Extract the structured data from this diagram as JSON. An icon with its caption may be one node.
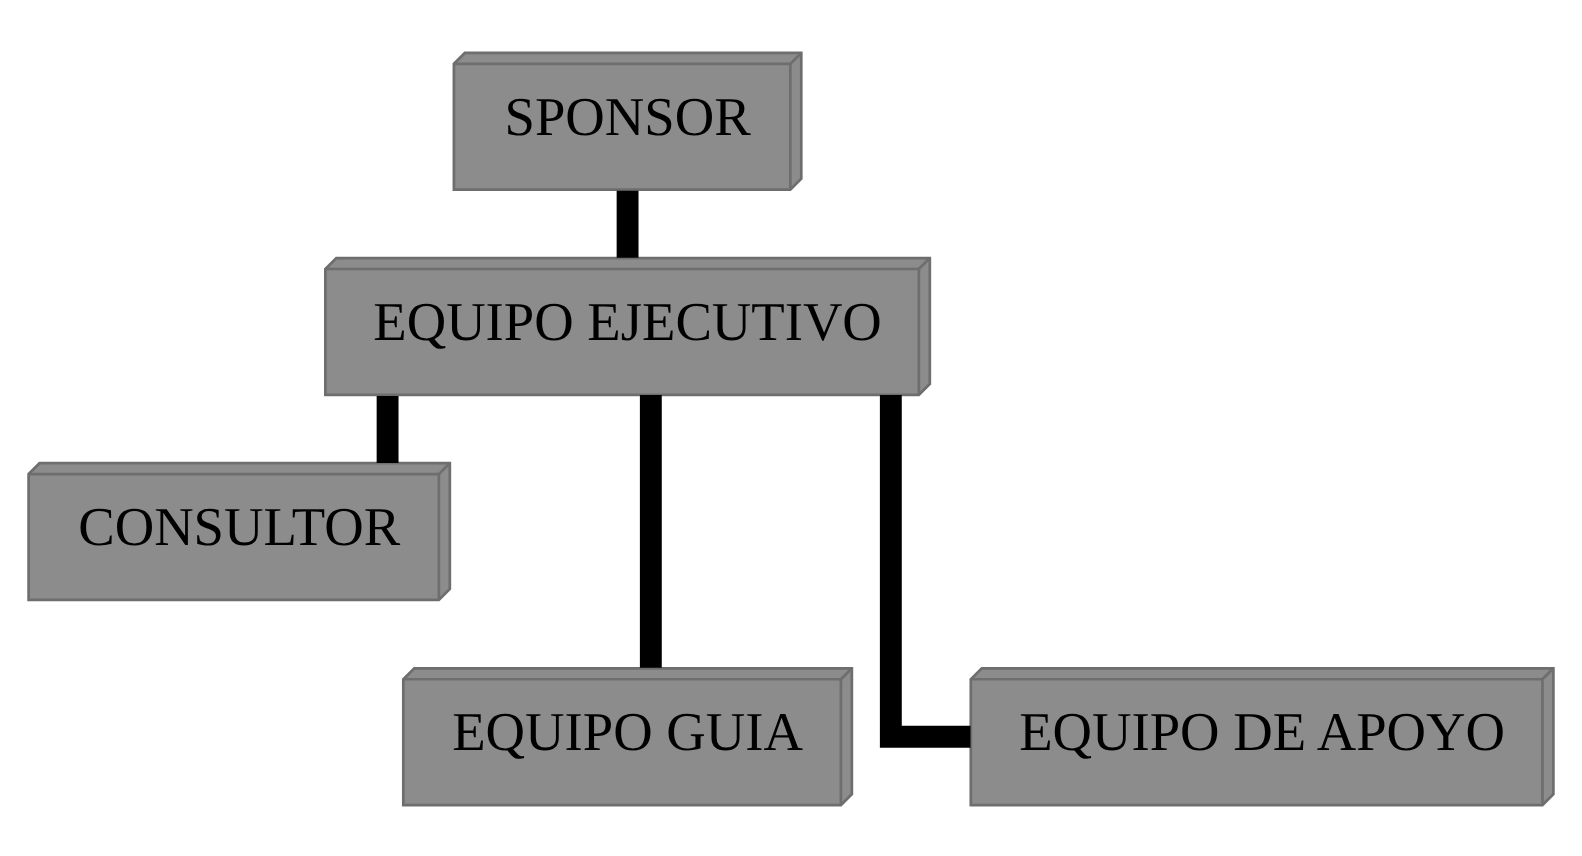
{
  "diagram": {
    "nodes": [
      {
        "text": [
          "SPONSOR"
        ]
      },
      {
        "text": [
          "EQUIPO EJECUTIVO"
        ]
      },
      {
        "text": [
          "CONSULTOR"
        ]
      },
      {
        "text": [
          "EQUIPO GUIA"
        ]
      },
      {
        "text": [
          "EQUIPO DE APOYO"
        ]
      }
    ],
    "edges": [
      {
        "from": 0,
        "to": 1,
        "arrow": "none"
      },
      {
        "from": 1,
        "to": 2,
        "arrow": "none"
      },
      {
        "from": 1,
        "to": 3,
        "arrow": "none"
      },
      {
        "from": 1,
        "to": 4,
        "arrow": "none"
      }
    ]
  }
}
